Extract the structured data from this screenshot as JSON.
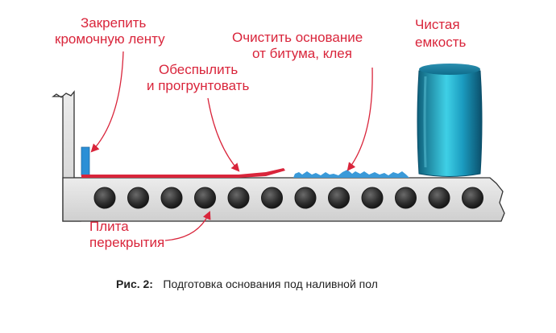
{
  "labels": {
    "edge_tape": [
      "Закрепить",
      "кромочную ленту"
    ],
    "dedust": [
      "Обеспылить",
      "и прогрунтовать"
    ],
    "clean": [
      "Очистить основание",
      "от битума, клея"
    ],
    "container": [
      "Чистая",
      "емкость"
    ],
    "slab": [
      "Плита",
      "перекрытия"
    ]
  },
  "caption": {
    "prefix": "Рис. 2:",
    "text": "Подготовка основания под наливной пол"
  },
  "colors": {
    "label": "#d9253b",
    "slab": "#dcdcdc",
    "tape": "#2b8fd6",
    "primer": "#d9253b",
    "debris": "#3a9ad9",
    "container": "#1a8fae"
  },
  "slab_hollow_count": 12
}
